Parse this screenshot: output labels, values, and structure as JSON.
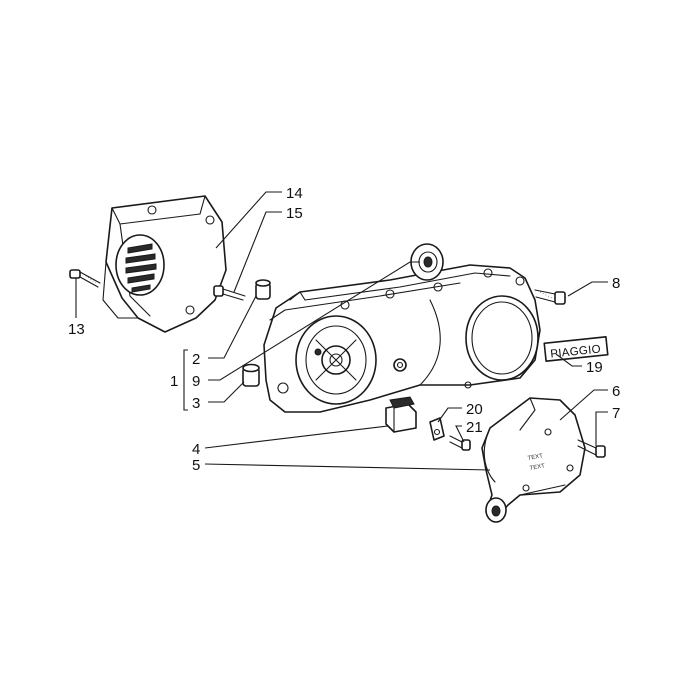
{
  "callouts": {
    "c1": "1",
    "c2": "2",
    "c3": "3",
    "c4": "4",
    "c5": "5",
    "c6": "6",
    "c7": "7",
    "c8": "8",
    "c9": "9",
    "c13": "13",
    "c14": "14",
    "c15": "15",
    "c19": "19",
    "c20": "20",
    "c21": "21"
  },
  "brand_label": "PIAGGIO"
}
